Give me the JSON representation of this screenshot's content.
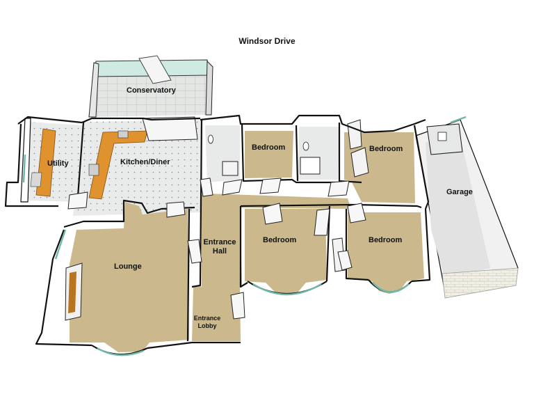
{
  "title": "Windsor Drive",
  "rooms": {
    "conservatory": "Conservatory",
    "utility": "Utility",
    "kitchen_diner": "Kitchen/Diner",
    "bedroom_1": "Bedroom",
    "bedroom_2": "Bedroom",
    "bedroom_3": "Bedroom",
    "bedroom_4": "Bedroom",
    "garage": "Garage",
    "lounge": "Lounge",
    "entrance_hall_line1": "Entrance",
    "entrance_hall_line2": "Hall",
    "entrance_lobby_line1": "Entrance",
    "entrance_lobby_line2": "Lobby"
  },
  "colors": {
    "carpet": "#cbb98d",
    "wall_top": "#ffffff",
    "wall_outline": "#111111",
    "tile_floor": "#e6e8e8",
    "worktop": "#e0922f",
    "glass": "#b9e6dc"
  }
}
